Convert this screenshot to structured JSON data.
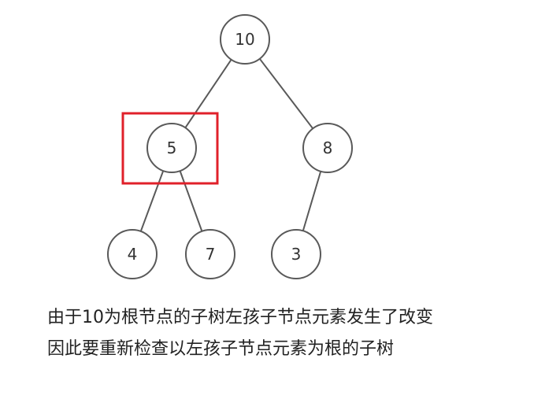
{
  "tree": {
    "nodes": [
      {
        "id": "n10",
        "label": "10"
      },
      {
        "id": "n5",
        "label": "5"
      },
      {
        "id": "n8",
        "label": "8"
      },
      {
        "id": "n4",
        "label": "4"
      },
      {
        "id": "n7",
        "label": "7"
      },
      {
        "id": "n3",
        "label": "3"
      }
    ],
    "edges": [
      {
        "from": "n10",
        "to": "n5"
      },
      {
        "from": "n10",
        "to": "n8"
      },
      {
        "from": "n5",
        "to": "n4"
      },
      {
        "from": "n5",
        "to": "n7"
      },
      {
        "from": "n8",
        "to": "n3"
      }
    ],
    "highlighted_node": "n5",
    "highlight_color": "#e0202a",
    "node_stroke_color": "#595959"
  },
  "caption": {
    "line1": "由于10为根节点的子树左孩子节点元素发生了改变",
    "line2": "因此要重新检查以左孩子节点元素为根的子树"
  }
}
